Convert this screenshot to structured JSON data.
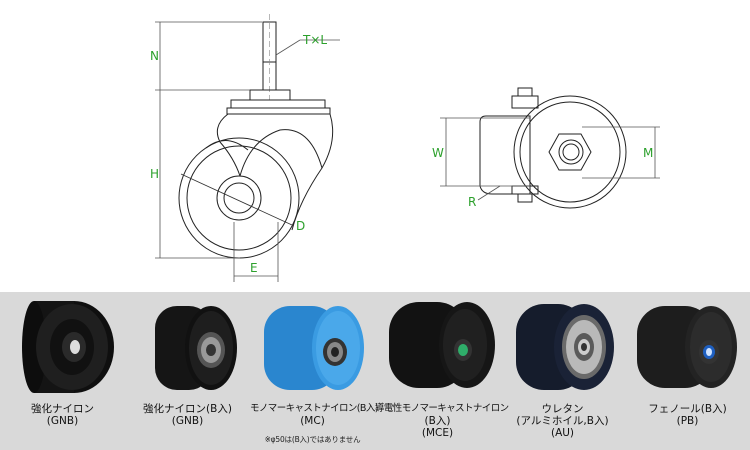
{
  "dimensions": {
    "N": "N",
    "TxL": "T×L",
    "H": "H",
    "D": "D",
    "E": "E",
    "W": "W",
    "M": "M",
    "R": "R"
  },
  "colors": {
    "label_green": "#2ca02c",
    "panel_gray": "#d9d9d9"
  },
  "wheels": [
    {
      "line1": "強化ナイロン",
      "line2": "(GNB)",
      "line3": "",
      "note": "",
      "color": "#1b1b1b"
    },
    {
      "line1": "強化ナイロン(B入)",
      "line2": "(GNB)",
      "line3": "",
      "note": "",
      "color": "#1e1e1e"
    },
    {
      "line1": "モノマーキャストナイロン(B入)",
      "line2": "(MC)",
      "line3": "",
      "note": "※φ50は(B入)ではありません",
      "color": "#2f8fd6"
    },
    {
      "line1": "導電性モノマーキャストナイロン",
      "line2": "(B入)",
      "line3": "(MCE)",
      "note": "",
      "color": "#1a1a1a"
    },
    {
      "line1": "ウレタン",
      "line2": "(アルミホイル,B入)",
      "line3": "(AU)",
      "note": "",
      "color": "#17213a"
    },
    {
      "line1": "フェノール(B入)",
      "line2": "(PB)",
      "line3": "",
      "note": "",
      "color": "#262626"
    }
  ]
}
